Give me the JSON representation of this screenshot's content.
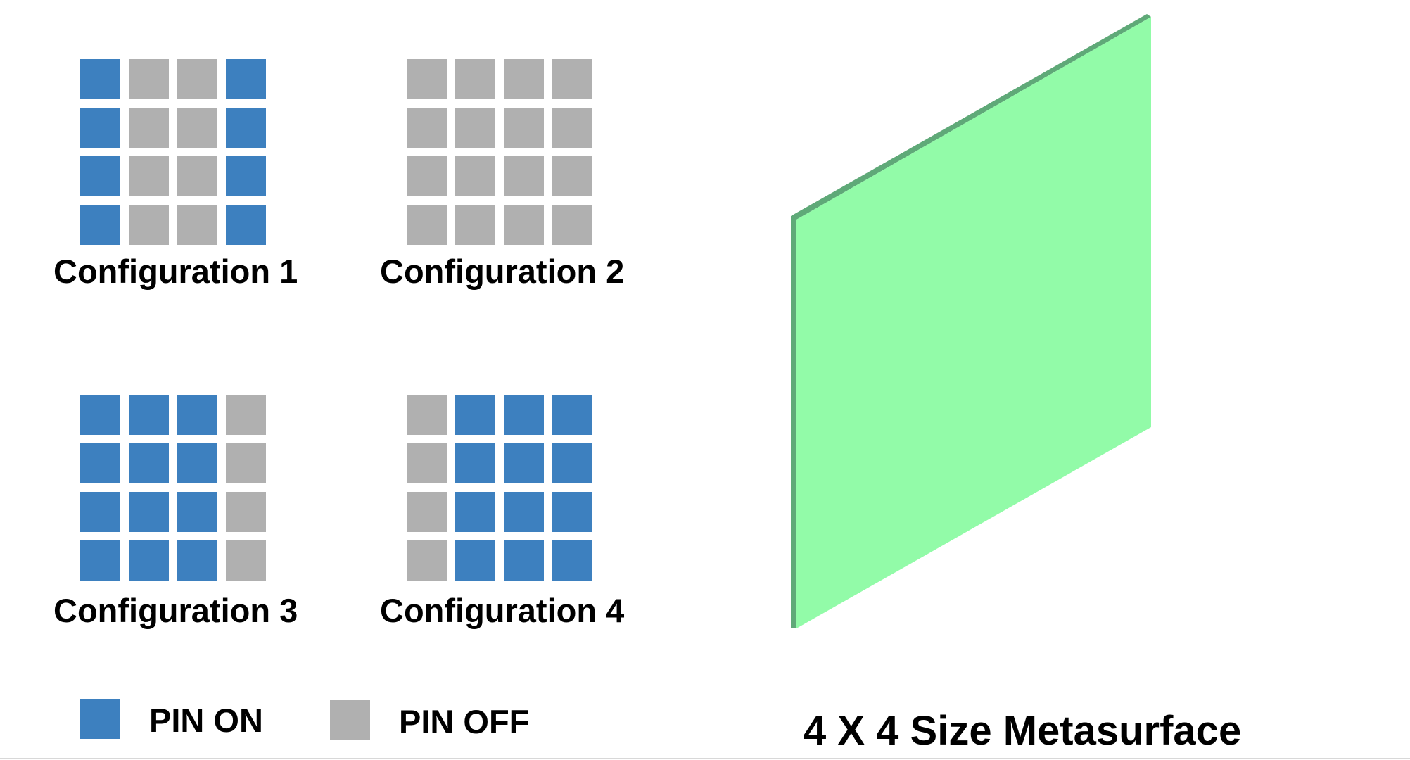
{
  "colors": {
    "pin_on": "#3d80bf",
    "pin_off": "#b0b0b0",
    "surface_face": "#92fba8",
    "surface_edge": "#5fa978",
    "background": "#ffffff"
  },
  "configurations": [
    {
      "label": "Configuration 1",
      "grid": [
        [
          1,
          0,
          0,
          1
        ],
        [
          1,
          0,
          0,
          1
        ],
        [
          1,
          0,
          0,
          1
        ],
        [
          1,
          0,
          0,
          1
        ]
      ]
    },
    {
      "label": "Configuration 2",
      "grid": [
        [
          0,
          0,
          0,
          0
        ],
        [
          0,
          0,
          0,
          0
        ],
        [
          0,
          0,
          0,
          0
        ],
        [
          0,
          0,
          0,
          0
        ]
      ]
    },
    {
      "label": "Configuration 3",
      "grid": [
        [
          1,
          1,
          1,
          0
        ],
        [
          1,
          1,
          1,
          0
        ],
        [
          1,
          1,
          1,
          0
        ],
        [
          1,
          1,
          1,
          0
        ]
      ]
    },
    {
      "label": "Configuration 4",
      "grid": [
        [
          0,
          1,
          1,
          1
        ],
        [
          0,
          1,
          1,
          1
        ],
        [
          0,
          1,
          1,
          1
        ],
        [
          0,
          1,
          1,
          1
        ]
      ]
    }
  ],
  "legend": {
    "on_label": "PIN ON",
    "off_label": "PIN OFF"
  },
  "metasurface": {
    "title": "4 X 4 Size Metasurface"
  }
}
